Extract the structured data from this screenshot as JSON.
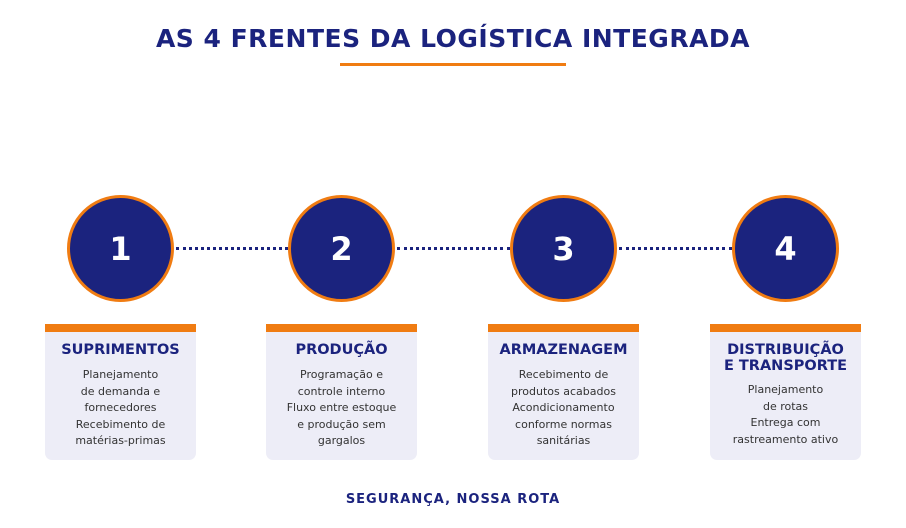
{
  "title": "AS 4 FRENTES DA LOGÍSTICA INTEGRADA",
  "footer": "SEGURANÇA, NOSSA ROTA",
  "colors": {
    "navy": "#1b237e",
    "orange": "#f07c12",
    "card": "#ededf7"
  },
  "steps": [
    {
      "number": "1",
      "title": "SUPRIMENTOS",
      "body": "Planejamento\nde demanda e\nfornecedores\nRecebimento de\nmatérias-primas"
    },
    {
      "number": "2",
      "title": "PRODUÇÃO",
      "body": "Programação e\ncontrole interno\nFluxo entre estoque\ne produção sem\ngargalos"
    },
    {
      "number": "3",
      "title": "ARMAZENAGEM",
      "body": "Recebimento de\nprodutos acabados\nAcondicionamento\nconforme normas\nsanitárias"
    },
    {
      "number": "4",
      "title": "DISTRIBUIÇÃO\nE TRANSPORTE",
      "body": "Planejamento\nde rotas\nEntrega com\nrastreamento ativo"
    }
  ]
}
